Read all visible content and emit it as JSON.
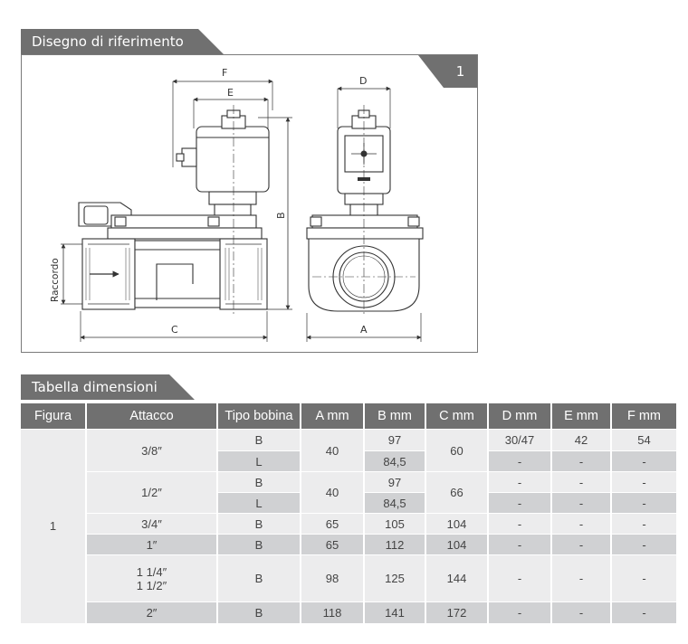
{
  "drawing_section": {
    "title": "Disegno di riferimento",
    "figure_number": "1",
    "dimension_labels": {
      "F": "F",
      "E": "E",
      "D": "D",
      "B": "B",
      "C": "C",
      "A": "A",
      "raccordo": "Raccordo"
    }
  },
  "table_section": {
    "title": "Tabella dimensioni",
    "headers": [
      "Figura",
      "Attacco",
      "Tipo bobina",
      "A mm",
      "B mm",
      "C mm",
      "D mm",
      "E mm",
      "F mm"
    ],
    "figure": "1",
    "rows": [
      {
        "attacco": "3/8″",
        "tipo": [
          "B",
          "L"
        ],
        "a": "40",
        "b": [
          "97",
          "84,5"
        ],
        "c": "60",
        "d": [
          "30/47",
          "-"
        ],
        "e": [
          "42",
          "-"
        ],
        "f": [
          "54",
          "-"
        ]
      },
      {
        "attacco": "1/2″",
        "tipo": [
          "B",
          "L"
        ],
        "a": "40",
        "b": [
          "97",
          "84,5"
        ],
        "c": "66",
        "d": [
          "-",
          "-"
        ],
        "e": [
          "-",
          "-"
        ],
        "f": [
          "-",
          "-"
        ]
      },
      {
        "attacco": "3/4″",
        "tipo": "B",
        "a": "65",
        "b": "105",
        "c": "104",
        "d": "-",
        "e": "-",
        "f": "-"
      },
      {
        "attacco": "1″",
        "tipo": "B",
        "a": "65",
        "b": "112",
        "c": "104",
        "d": "-",
        "e": "-",
        "f": "-"
      },
      {
        "attacco": [
          "1 1/4″",
          "1 1/2″"
        ],
        "tipo": "B",
        "a": "98",
        "b": "125",
        "c": "144",
        "d": "-",
        "e": "-",
        "f": "-"
      },
      {
        "attacco": "2″",
        "tipo": "B",
        "a": "118",
        "b": "141",
        "c": "172",
        "d": "-",
        "e": "-",
        "f": "-"
      }
    ]
  }
}
